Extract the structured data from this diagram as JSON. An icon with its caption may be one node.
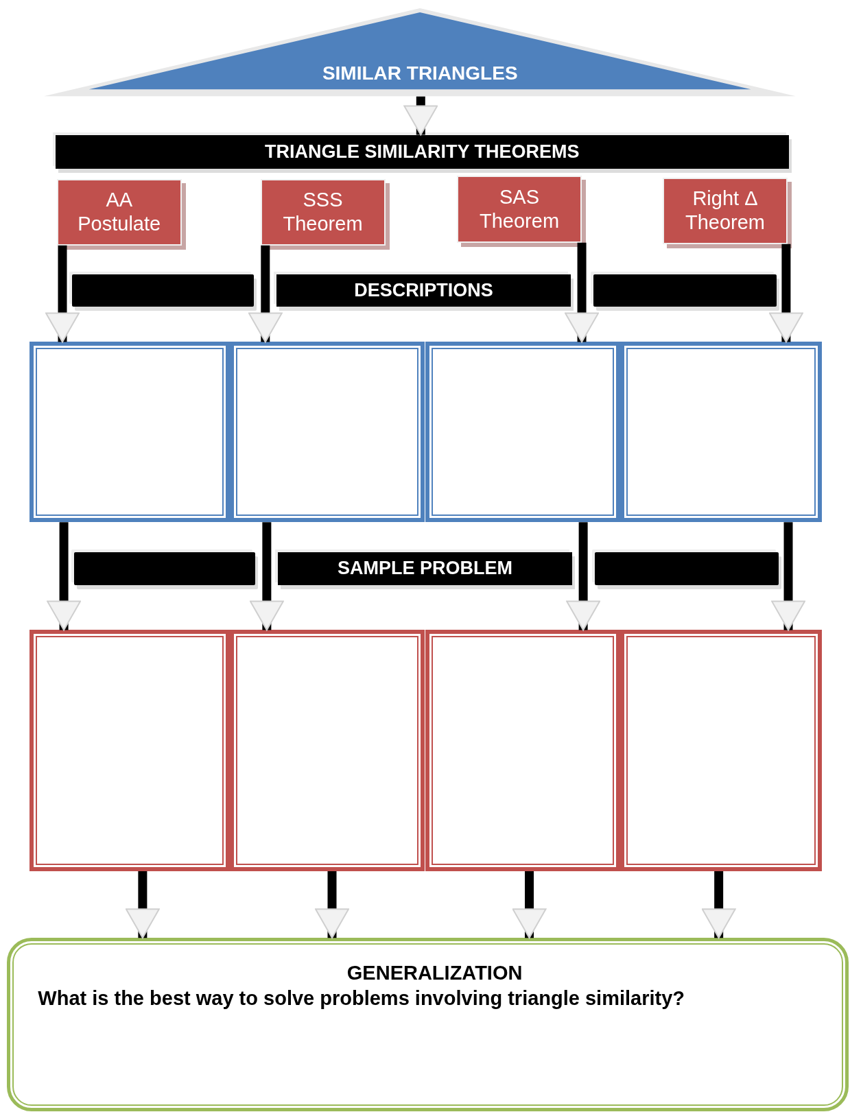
{
  "diagram": {
    "nodes": [
      {
        "text": [
          "SIMILAR TRIANGLES"
        ]
      },
      {
        "text": [
          "TRIANGLE SIMILARITY THEOREMS"
        ]
      },
      {
        "text": [
          "AA Postulate"
        ]
      },
      {
        "text": [
          "SSS Theorem"
        ]
      },
      {
        "text": [
          "SAS Theorem"
        ]
      },
      {
        "text": [
          "Right Δ Theorem"
        ]
      },
      {
        "text": [
          "DESCRIPTIONS"
        ]
      },
      {
        "text": [],
        "shape": "box"
      },
      {
        "text": [],
        "shape": "box"
      },
      {
        "text": [],
        "shape": "box"
      },
      {
        "text": [],
        "shape": "box"
      },
      {
        "text": [
          "SAMPLE PROBLEM"
        ]
      },
      {
        "text": [],
        "shape": "box"
      },
      {
        "text": [],
        "shape": "box"
      },
      {
        "text": [],
        "shape": "box"
      },
      {
        "text": [],
        "shape": "box"
      },
      {
        "text": [
          "GENERALIZATION",
          "What is the best way to solve problems involving triangle similarity?"
        ]
      },
      {
        "text": [],
        "shape": "bar"
      },
      {
        "text": [],
        "shape": "bar"
      },
      {
        "text": [],
        "shape": "bar"
      },
      {
        "text": [],
        "shape": "bar"
      }
    ],
    "edges": [
      {
        "from": 0,
        "to": 1,
        "arrow": "to"
      },
      {
        "from": 2,
        "to": 7,
        "arrow": "to"
      },
      {
        "from": 3,
        "to": 8,
        "arrow": "to"
      },
      {
        "from": 4,
        "to": 9,
        "arrow": "to"
      },
      {
        "from": 5,
        "to": 10,
        "arrow": "to"
      },
      {
        "from": 7,
        "to": 12,
        "arrow": "to"
      },
      {
        "from": 8,
        "to": 13,
        "arrow": "to"
      },
      {
        "from": 9,
        "to": 14,
        "arrow": "to"
      },
      {
        "from": 10,
        "to": 15,
        "arrow": "to"
      },
      {
        "from": 12,
        "to": 16,
        "arrow": "to"
      },
      {
        "from": 13,
        "to": 16,
        "arrow": "to"
      },
      {
        "from": 14,
        "to": 16,
        "arrow": "to"
      },
      {
        "from": 15,
        "to": 16,
        "arrow": "to"
      }
    ]
  }
}
